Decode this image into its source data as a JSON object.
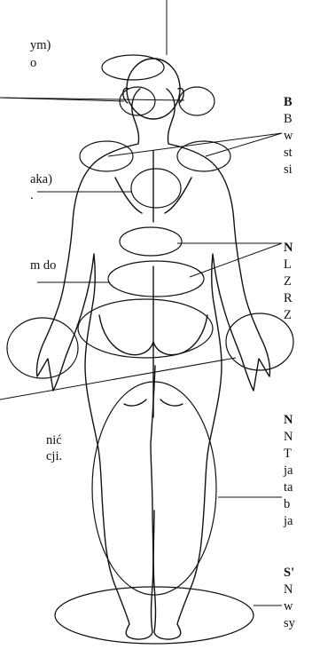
{
  "left_fragments": {
    "f1": "ym)",
    "f2": "o",
    "f3": "aka)",
    "f4": ".",
    "f5": "m do",
    "f6": "nić",
    "f7": "cji."
  },
  "right_blocks": {
    "shoulders": {
      "heading": "B",
      "lines": [
        "B",
        "w",
        "st",
        "si"
      ]
    },
    "upper_back": {
      "heading": "N",
      "lines": [
        "L",
        "Z",
        "R",
        "Z"
      ]
    },
    "legs": {
      "heading": "N",
      "lines": [
        "N",
        "T",
        "ja",
        "ta",
        "b",
        "ja"
      ]
    },
    "feet": {
      "heading": "S'",
      "lines": [
        "N",
        "w",
        "sy"
      ]
    }
  },
  "colors": {
    "line": "#111111",
    "background": "#ffffff"
  }
}
